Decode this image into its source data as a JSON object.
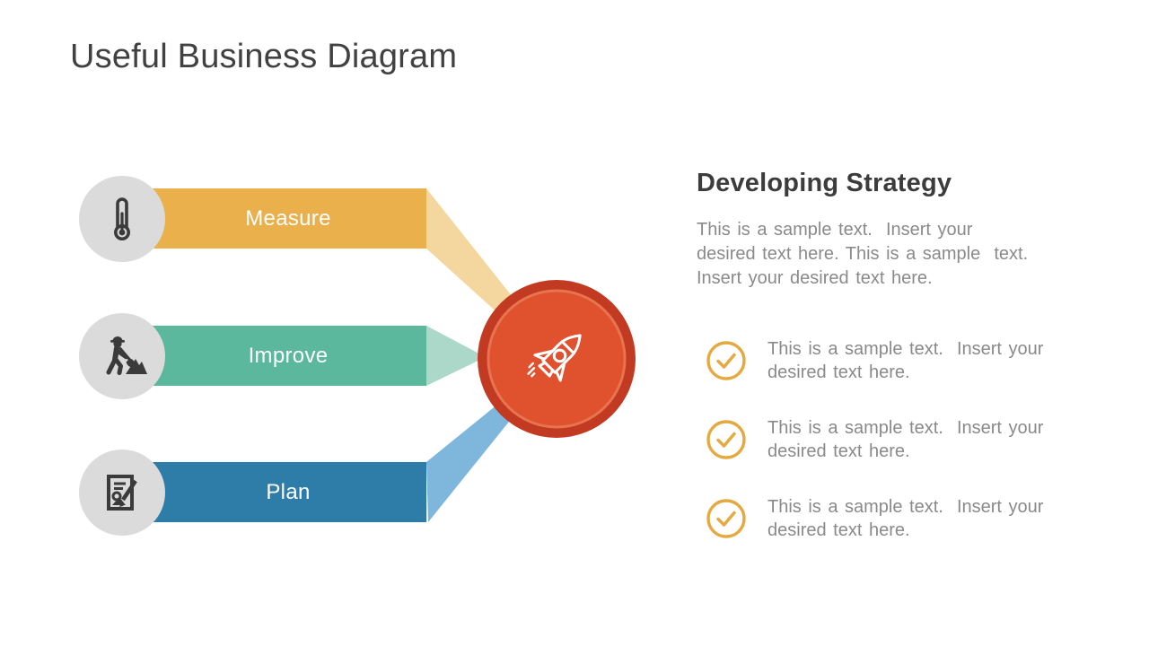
{
  "slide": {
    "title": "Useful Business Diagram",
    "title_color": "#414141"
  },
  "diagram": {
    "icon_circle_color": "#DBDBDB",
    "icon_color": "#3B3B3B",
    "steps": [
      {
        "label": "Measure",
        "color": "#E9B04B",
        "connector_color": "#F4D79E",
        "icon": "thermometer-icon"
      },
      {
        "label": "Improve",
        "color": "#5CB89C",
        "connector_color": "#ABD8C9",
        "icon": "construction-worker-icon"
      },
      {
        "label": "Plan",
        "color": "#2E7DA9",
        "connector_color": "#7FB7DC",
        "icon": "plan-document-icon"
      }
    ],
    "hub": {
      "ring_color": "#C23A21",
      "fill_color": "#E0512E",
      "edge_color": "#E7744F",
      "icon": "rocket-icon",
      "icon_color": "#FFFFFF"
    }
  },
  "content": {
    "heading": "Developing Strategy",
    "heading_color": "#3C3C3C",
    "body_color": "#8A8A8A",
    "bullet_icon_color": "#E4A93F",
    "paragraph": "This is a sample text.  Insert your desired text here. This is a sample  text. Insert your desired text here.",
    "paragraph_lines": [
      "This is a sample text.  Insert your",
      "desired text here. This is a sample  text.",
      "Insert your desired text here."
    ],
    "bullets": [
      {
        "lines": [
          "This is a sample text.  Insert your",
          "desired text here."
        ]
      },
      {
        "lines": [
          "This is a sample text.  Insert your",
          "desired text here."
        ]
      },
      {
        "lines": [
          "This is a sample text.  Insert your",
          "desired text here."
        ]
      }
    ]
  }
}
